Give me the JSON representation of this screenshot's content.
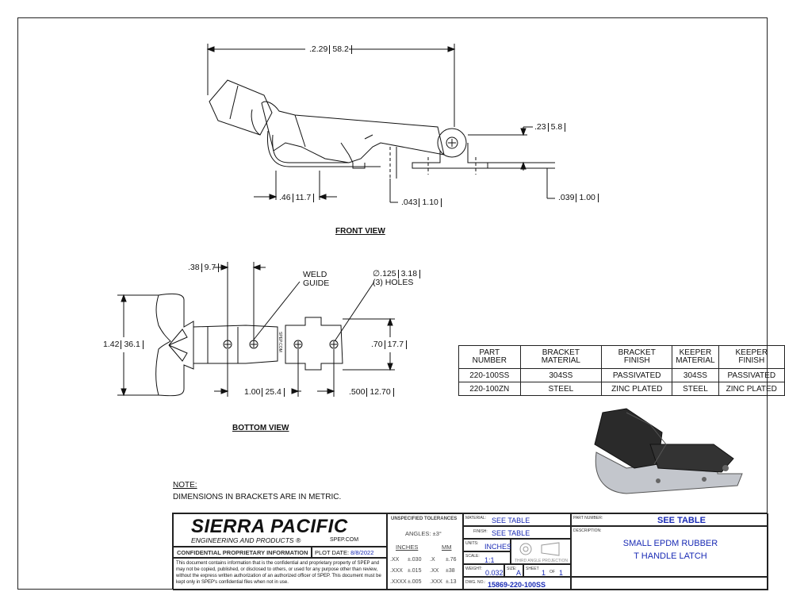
{
  "front_view": {
    "label": "FRONT VIEW",
    "dim_overall": {
      "val": ".2.29",
      "metric": "58.2"
    },
    "dim_height": {
      "val": ".23",
      "metric": "5.8"
    },
    "dim_left": {
      "val": ".46",
      "metric": "11.7"
    },
    "dim_mid": {
      "val": ".043",
      "metric": "1.10"
    },
    "dim_right": {
      "val": ".039",
      "metric": "1.00"
    }
  },
  "bottom_view": {
    "label": "BOTTOM VIEW",
    "dim_top": {
      "val": ".38",
      "metric": "9.7"
    },
    "weld_guide": [
      "WELD",
      "GUIDE"
    ],
    "holes_dia": {
      "val": "∅.125",
      "metric": "3.18"
    },
    "holes_count": "(3) HOLES",
    "dim_height": {
      "val": "1.42",
      "metric": "36.1"
    },
    "dim_width": {
      "val": ".70",
      "metric": "17.7"
    },
    "dim_spacing1": {
      "val": "1.00",
      "metric": "25.4"
    },
    "dim_spacing2": {
      "val": ".500",
      "metric": "12.70"
    },
    "stamp": "SPEP.COM"
  },
  "parts_table": {
    "headers": [
      "PART NUMBER",
      "BRACKET MATERIAL",
      "BRACKET FINISH",
      "KEEPER MATERIAL",
      "KEEPER FINISH"
    ],
    "rows": [
      [
        "220-100SS",
        "304SS",
        "PASSIVATED",
        "304SS",
        "PASSIVATED"
      ],
      [
        "220-100ZN",
        "STEEL",
        "ZINC PLATED",
        "STEEL",
        "ZINC PLATED"
      ]
    ]
  },
  "note": {
    "title": "NOTE:",
    "text": "DIMENSIONS IN BRACKETS ARE IN METRIC."
  },
  "title_block": {
    "company": "SIERRA PACIFIC",
    "tagline": "ENGINEERING AND PRODUCTS",
    "reg": "®",
    "website": "SPEP.COM",
    "confidential_title": "CONFIDENTIAL PROPRIETARY INFORMATION",
    "plot_date_label": "PLOT DATE:",
    "plot_date": "8/8/2022",
    "confidential_text": "This document contains information that is the confidential and proprietary property of SPEP and may not be copied, published, or disclosed to others, or used for any purpose other than review, without the express written authorization of an authorized officer of SPEP. This document must be kept only in SPEP's confidential files when not in use.",
    "tolerances_title": "UNSPECIFIED TOLERANCES",
    "angles": "ANGLES: ±3°",
    "inches_label": "INCHES",
    "mm_label": "MM",
    "tol_rows": [
      [
        ".XX",
        "±.030",
        ".X",
        "±.76"
      ],
      [
        ".XXX",
        "±.015",
        ".XX",
        "±38"
      ],
      [
        ".XXXX",
        "±.005",
        ".XXX",
        "±.13"
      ]
    ],
    "material_label": "MATERIAL:",
    "material": "SEE TABLE",
    "finish_label": "FINISH:",
    "finish": "SEE TABLE",
    "units_label": "UNITS:",
    "units": "INCHES",
    "scale_label": "SCALE:",
    "scale": "1:1",
    "projection_label": "THIRD ANGLE PROJECTION",
    "weight_label": "WEIGHT:",
    "weight": "0.032",
    "size_label": "SIZE:",
    "size": "A",
    "sheet_label": "SHEET",
    "sheet": "1",
    "of_label": "OF",
    "sheet_total": "1",
    "dwg_label": "DWG. NO.:",
    "dwg_no": "15869-220-100SS",
    "part_number_label": "PART NUMBER:",
    "part_number": "SEE TABLE",
    "description_label": "DESCRIPTION:",
    "description": [
      "SMALL EPDM RUBBER",
      "T HANDLE LATCH"
    ]
  },
  "colors": {
    "blue": "#1a2bb5",
    "render_dark": "#2a2a2a",
    "render_steel": "#b9bcc2"
  }
}
